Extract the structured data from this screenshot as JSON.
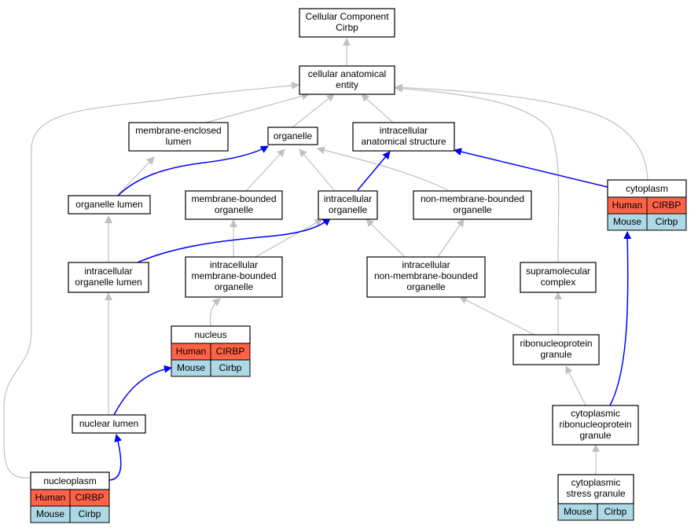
{
  "colors": {
    "is_a_edge": "#c0c0c0",
    "part_of_edge": "#0000ff",
    "human_cell": "#ff6347",
    "mouse_cell": "#add8e6"
  },
  "nodes": {
    "root": [
      "Cellular Component",
      "Cirbp"
    ],
    "cae": [
      "cellular anatomical",
      "entity"
    ],
    "mel": [
      "membrane-enclosed",
      "lumen"
    ],
    "org": [
      "organelle"
    ],
    "ias": [
      "intracellular",
      "anatomical structure"
    ],
    "orgl": [
      "organelle lumen"
    ],
    "mbo": [
      "membrane-bounded",
      "organelle"
    ],
    "io": [
      "intracellular",
      "organelle"
    ],
    "nmbo": [
      "non-membrane-bounded",
      "organelle"
    ],
    "cyto": [
      "cytoplasm"
    ],
    "iol": [
      "intracellular",
      "organelle lumen"
    ],
    "imbo": [
      "intracellular",
      "membrane-bounded",
      "organelle"
    ],
    "inmbo": [
      "intracellular",
      "non-membrane-bounded",
      "organelle"
    ],
    "smc": [
      "supramolecular",
      "complex"
    ],
    "nuc": [
      "nucleus"
    ],
    "rnpg": [
      "ribonucleoprotein",
      "granule"
    ],
    "crnpg": [
      "cytoplasmic",
      "ribonucleoprotein",
      "granule"
    ],
    "nl": [
      "nuclear lumen"
    ],
    "np": [
      "nucleoplasm"
    ],
    "csg": [
      "cytoplasmic",
      "stress granule"
    ]
  },
  "annotations": {
    "human": {
      "species": "Human",
      "gene": "CIRBP"
    },
    "mouse": {
      "species": "Mouse",
      "gene": "Cirbp"
    }
  }
}
